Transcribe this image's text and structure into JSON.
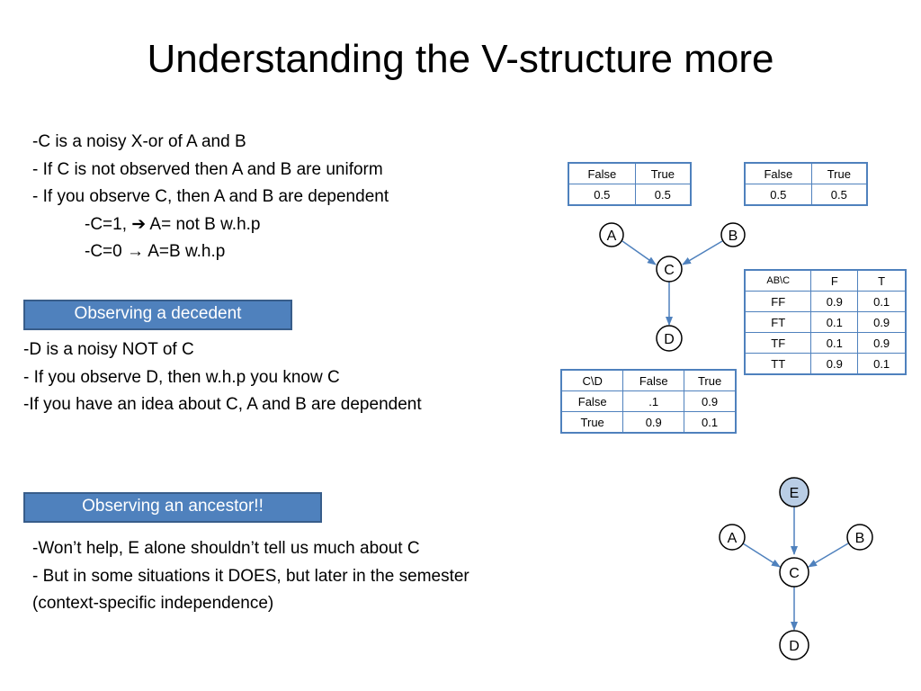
{
  "title": "Understanding the V-structure more",
  "section1": {
    "lines": [
      "-C is a noisy X-or of A and B",
      "- If C is not observed then A and B are uniform",
      "- If you observe C, then A and B are dependent"
    ],
    "sub": [
      {
        "pre": "-C=1, ",
        "arrow": "➔",
        "post": " A= not B w.h.p"
      },
      {
        "pre": "-C=0 ",
        "arrow": "→",
        "post": "  A=B w.h.p"
      }
    ]
  },
  "section2": {
    "label": "Observing a decedent",
    "lines": [
      "-D is  a noisy NOT of C",
      "- If you observe D, then w.h.p you know C",
      "-If you have an idea about  C, A and B are dependent"
    ]
  },
  "section3": {
    "label": "Observing an ancestor!!",
    "lines": [
      "-Won’t help, E alone shouldn’t tell us much about C",
      "- But in some situations it DOES, but later in the semester",
      "(context-specific independence)"
    ]
  },
  "tables": {
    "prior_a": {
      "header": [
        "False",
        "True"
      ],
      "row": [
        "0.5",
        "0.5"
      ]
    },
    "prior_b": {
      "header": [
        "False",
        "True"
      ],
      "row": [
        "0.5",
        "0.5"
      ]
    },
    "cpt_c": {
      "header": [
        "AB\\C",
        "F",
        "T"
      ],
      "rows": [
        [
          "FF",
          "0.9",
          "0.1"
        ],
        [
          "FT",
          "0.1",
          "0.9"
        ],
        [
          "TF",
          "0.1",
          "0.9"
        ],
        [
          "TT",
          "0.9",
          "0.1"
        ]
      ]
    },
    "cpt_d": {
      "header": [
        "C\\D",
        "False",
        "True"
      ],
      "rows": [
        [
          "False",
          ".1",
          "0.9"
        ],
        [
          "True",
          "0.9",
          "0.1"
        ]
      ]
    }
  },
  "graph1": {
    "nodes": {
      "a": "A",
      "b": "B",
      "c": "C",
      "d": "D"
    }
  },
  "graph2": {
    "nodes": {
      "e": "E",
      "a": "A",
      "b": "B",
      "c": "C",
      "d": "D"
    }
  },
  "colors": {
    "accent": "#4f81bd",
    "node_e_fill": "#b9cde5",
    "edge": "#4f81bd"
  }
}
